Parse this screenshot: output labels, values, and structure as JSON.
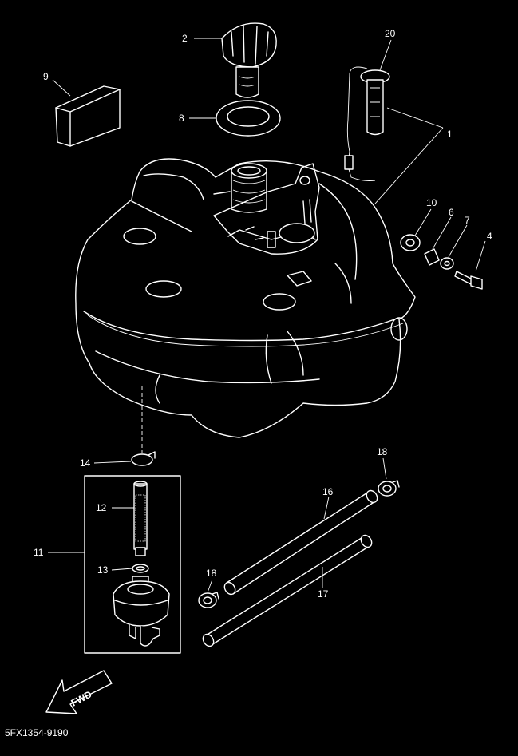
{
  "diagram": {
    "part_code": "5FX1354-9190",
    "fwd_label": "FWD",
    "callouts": {
      "c1": "1",
      "c2": "2",
      "c4": "4",
      "c6": "6",
      "c7": "7",
      "c8": "8",
      "c9": "9",
      "c10": "10",
      "c11": "11",
      "c12": "12",
      "c13": "13",
      "c14": "14",
      "c16": "16",
      "c17": "17",
      "c18a": "18",
      "c18b": "18",
      "c20": "20"
    }
  }
}
